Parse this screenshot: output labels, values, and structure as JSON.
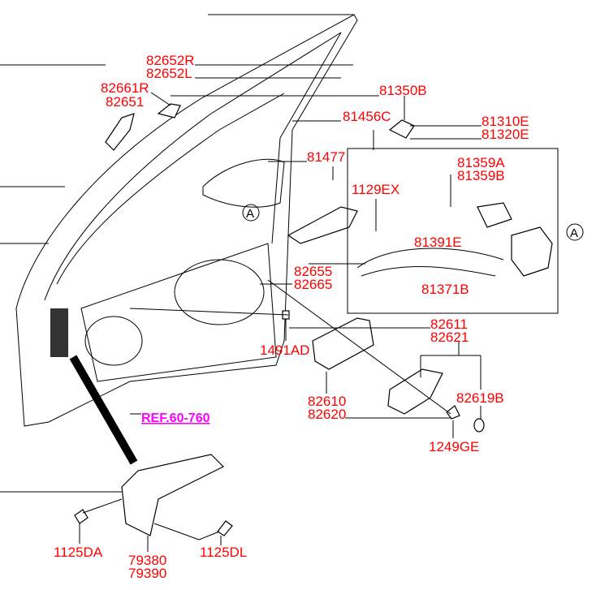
{
  "labels": {
    "l82652R": "82652R",
    "l82652L": "82652L",
    "l82661R": "82661R",
    "l82651": "82651",
    "l81350B": "81350B",
    "l81456C": "81456C",
    "l81310E": "81310E",
    "l81320E": "81320E",
    "l81477": "81477",
    "l81359A": "81359A",
    "l81359B": "81359B",
    "l1129EX": "1129EX",
    "l81391E": "81391E",
    "l82655": "82655",
    "l82665": "82665",
    "l81371B": "81371B",
    "l82611": "82611",
    "l82621": "82621",
    "l1491AD": "1491AD",
    "l82610": "82610",
    "l82620": "82620",
    "l82619B": "82619B",
    "l1249GE": "1249GE",
    "l1125DA": "1125DA",
    "l79380": "79380",
    "l79390": "79390",
    "l1125DL": "1125DL"
  },
  "reference": "REF.60-760",
  "detail_marker": "A",
  "colors": {
    "label": "#ff0000",
    "reference": "#ff00ff",
    "line": "#000000"
  }
}
